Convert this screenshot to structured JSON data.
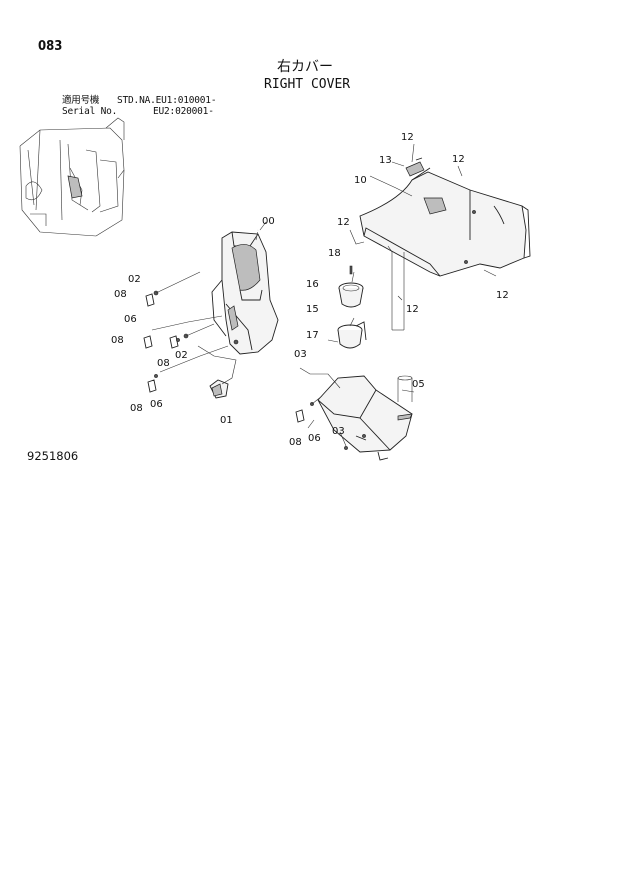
{
  "header": {
    "page_number": "083",
    "title_jp": "右カバー",
    "title_en": "RIGHT COVER",
    "serial_label_jp": "適用号機",
    "serial_value_1": "STD.NA.EU1:010001-",
    "serial_label_en": "Serial No.",
    "serial_value_2": "EU2:020001-"
  },
  "footer": {
    "reference_number": "9251806"
  },
  "callouts": {
    "c00": "00",
    "c01": "01",
    "c02a": "02",
    "c02b": "02",
    "c03a": "03",
    "c03b": "03",
    "c05": "05",
    "c06a": "06",
    "c06b": "06",
    "c06c": "06",
    "c08a": "08",
    "c08b": "08",
    "c08c": "08",
    "c08d": "08",
    "c08e": "08",
    "c10": "10",
    "c12a": "12",
    "c12b": "12",
    "c12c": "12",
    "c12d": "12",
    "c12e": "12",
    "c13": "13",
    "c15": "15",
    "c16": "16",
    "c17": "17",
    "c18": "18"
  }
}
